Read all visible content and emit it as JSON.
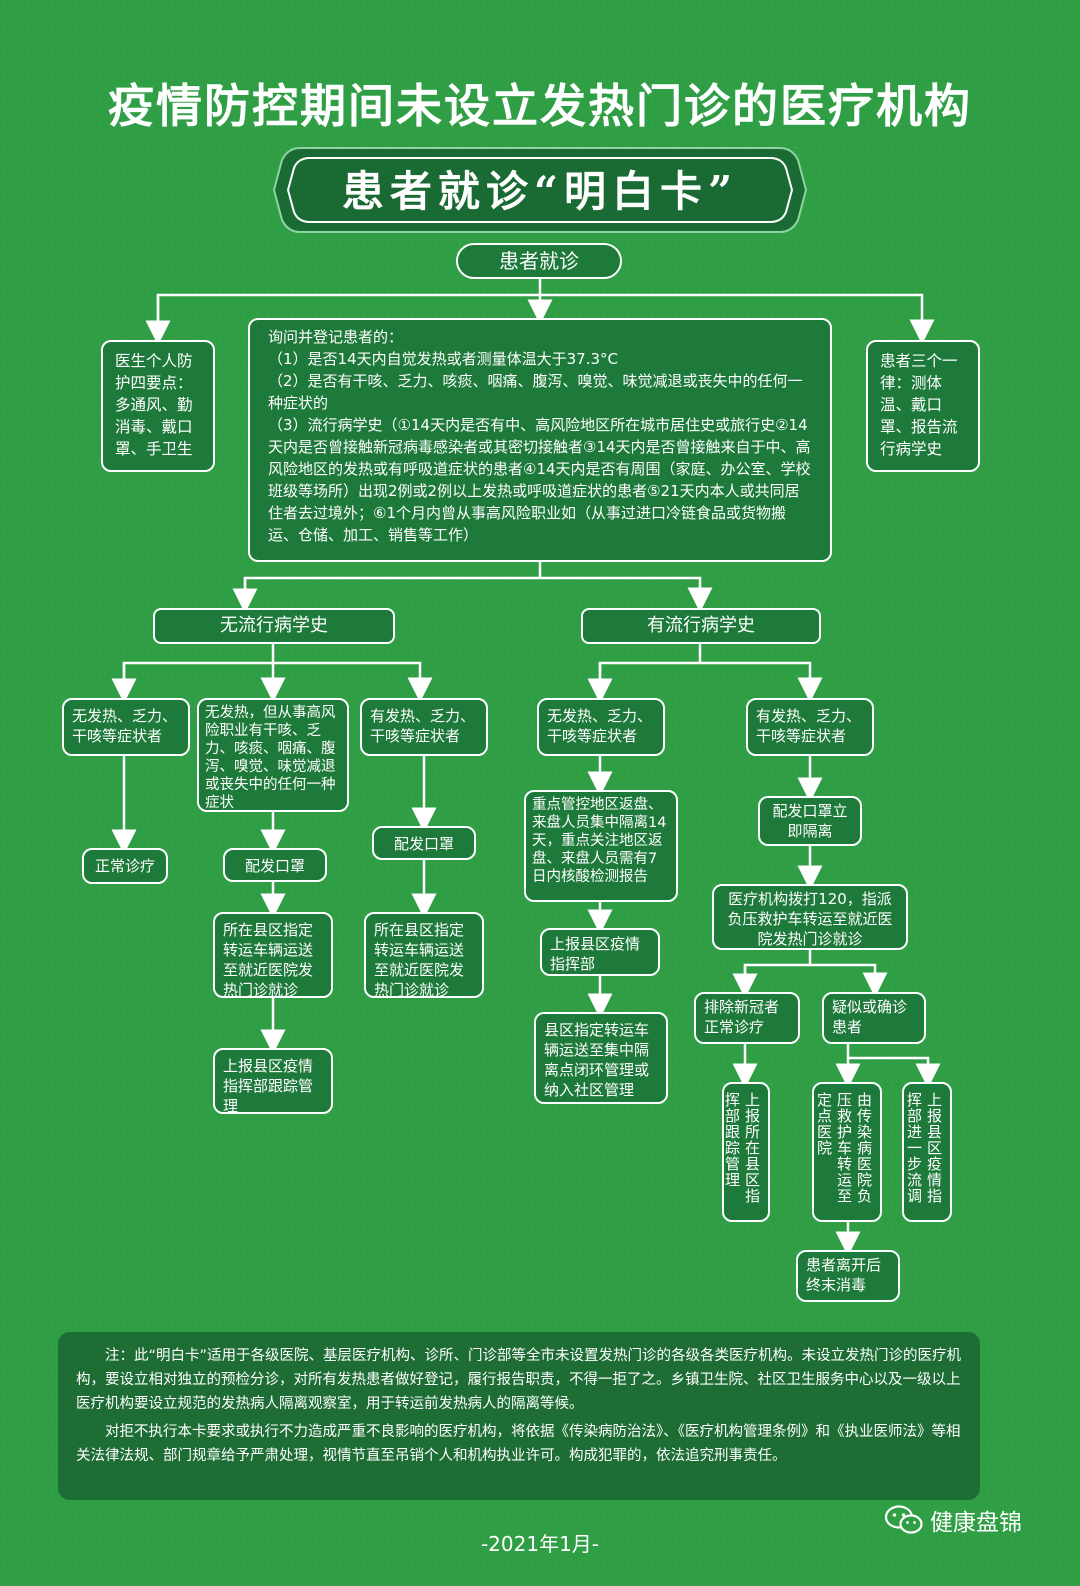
{
  "header": {
    "title": "疫情防控期间未设立发热门诊的医疗机构",
    "subtitle": "患者就诊“明白卡”"
  },
  "flow": {
    "start": "患者就诊",
    "left_box": "医生个人防护四要点：多通风、勤消毒、戴口罩、手卫生",
    "right_box": "患者三个一律：测体温、戴口罩、报告流行病学史",
    "inquiry": {
      "intro": "询问并登记患者的：",
      "item1": "（1）是否14天内自觉发热或者测量体温大于37.3°C",
      "item2": "（2）是否有干咳、乏力、咳痰、咽痛、腹泻、嗅觉、味觉减退或丧失中的任何一种症状的",
      "item3": "（3）流行病学史（①14天内是否有中、高风险地区所在城市居住史或旅行史②14天内是否曾接触新冠病毒感染者或其密切接触者③14天内是否曾接触来自于中、高风险地区的发热或有呼吸道症状的患者④14天内是否有周围（家庭、办公室、学校班级等场所）出现2例或2例以上发热或呼吸道症状的患者⑤21天内本人或共同居住者去过境外；⑥1个月内曾从事高风险职业如（从事过进口冷链食品或货物搬运、仓储、加工、销售等工作）"
    },
    "no_history": {
      "label": "无流行病学史",
      "a": "无发热、乏力、干咳等症状者",
      "a_result": "正常诊疗",
      "b": "无发热，但从事高风险职业有干咳、乏力、咳痰、咽痛、腹泻、嗅觉、味觉减退或丧失中的任何一种症状",
      "b_mask": "配发口罩",
      "b_transfer": "所在县区指定转运车辆运送至就近医院发热门诊就诊",
      "b_report": "上报县区疫情指挥部跟踪管理",
      "c": "有发热、乏力、干咳等症状者",
      "c_mask": "配发口罩",
      "c_transfer": "所在县区指定转运车辆运送至就近医院发热门诊就诊"
    },
    "has_history": {
      "label": "有流行病学史",
      "a": "无发热、乏力、干咳等症状者",
      "a_isolate": "重点管控地区返盘、来盘人员集中隔离14天，重点关注地区返盘、来盘人员需有7日内核酸检测报告",
      "a_report": "上报县区疫情指挥部",
      "a_final": "县区指定转运车辆运送至集中隔离点闭环管理或纳入社区管理",
      "b": "有发热、乏力、干咳等症状者",
      "b_mask": "配发口罩立即隔离",
      "b_call": "医疗机构拨打120，指派负压救护车转运至就近医院发热门诊就诊",
      "exclude": "排除新冠者正常诊疗",
      "suspect": "疑似或确诊患者",
      "v_report": "上报所在县区指挥部跟踪管理",
      "v_transfer": "由传染病医院负压救护车转运至定点医院",
      "v_dispatch": "上报县区疫情指挥部进一步流调",
      "disinfect": "患者离开后终末消毒"
    }
  },
  "note": {
    "p1": "注：此“明白卡”适用于各级医院、基层医疗机构、诊所、门诊部等全市未设置发热门诊的各级各类医疗机构。未设立发热门诊的医疗机构，要设立相对独立的预检分诊，对所有发热患者做好登记，履行报告职责，不得一拒了之。乡镇卫生院、社区卫生服务中心以及一级以上医疗机构要设立规范的发热病人隔离观察室，用于转运前发热病人的隔离等候。",
    "p2": "对拒不执行本卡要求或执行不力造成严重不良影响的医疗机构，将依据《传染病防治法》、《医疗机构管理条例》和《执业医师法》等相关法律法规、部门规章给予严肃处理，视情节直至吊销个人和机构执业许可。构成犯罪的，依法追究刑事责任。"
  },
  "footer": {
    "date": "-2021年1月-",
    "brand": "健康盘锦",
    "brand_icon": "wechat-icon"
  },
  "colors": {
    "background": "#2f9e45",
    "box_fill": "#1e7a3a",
    "note_fill": "#1d6d35"
  }
}
